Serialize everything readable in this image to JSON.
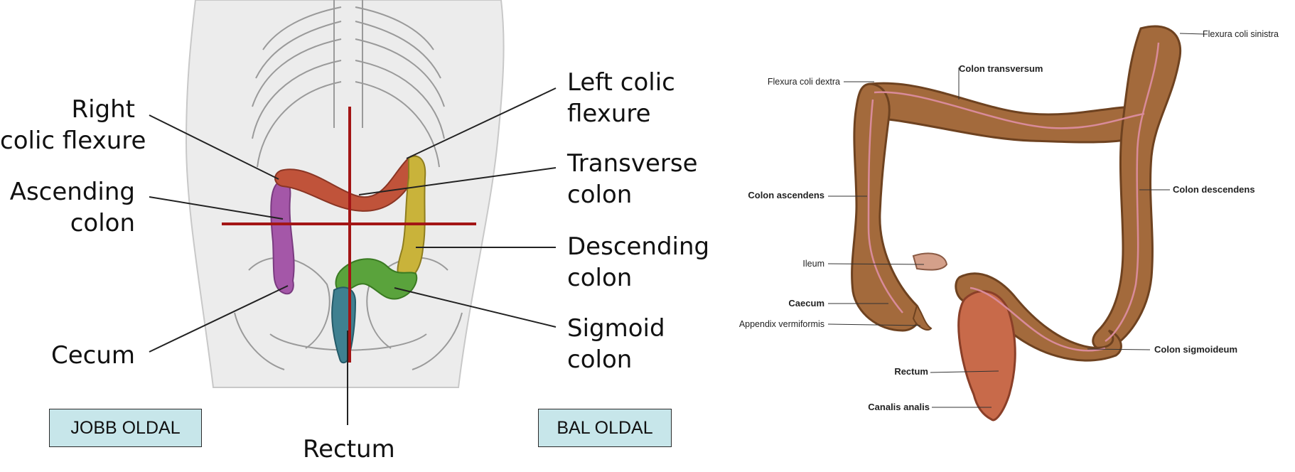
{
  "left_diagram": {
    "labels": {
      "right_colic_flexure": [
        "Right",
        "colic flexure"
      ],
      "ascending_colon": [
        "Ascending",
        "colon"
      ],
      "cecum": [
        "Cecum"
      ],
      "left_colic_flexure": [
        "Left colic",
        "flexure"
      ],
      "transverse_colon": [
        "Transverse",
        "colon"
      ],
      "descending_colon": [
        "Descending",
        "colon"
      ],
      "sigmoid_colon": [
        "Sigmoid",
        "colon"
      ],
      "rectum": [
        "Rectum"
      ]
    },
    "side_boxes": {
      "right_side": "JOBB OLDAL",
      "left_side": "BAL OLDAL"
    },
    "colors": {
      "transverse": "#c0533a",
      "ascending": "#a457a8",
      "descending": "#c9b33a",
      "sigmoid": "#5aa33c",
      "rectum": "#3f8090",
      "midline": "#a31515",
      "box_fill": "#c7e6ea"
    }
  },
  "right_diagram": {
    "labels": {
      "flexura_coli_sinistra": "Flexura coli sinistra",
      "colon_transversum": "Colon transversum",
      "flexura_coli_dextra": "Flexura coli dextra",
      "colon_ascendens": "Colon ascendens",
      "colon_descendens": "Colon descendens",
      "ileum": "Ileum",
      "caecum": "Caecum",
      "appendix_vermiformis": "Appendix vermiformis",
      "colon_sigmoideum": "Colon sigmoideum",
      "rectum": "Rectum",
      "canalis_analis": "Canalis analis"
    },
    "colors": {
      "colon": "#a36a3c",
      "colon_dark": "#6e4220",
      "taenia": "#d98b9a",
      "rectum": "#c86a4a"
    }
  }
}
